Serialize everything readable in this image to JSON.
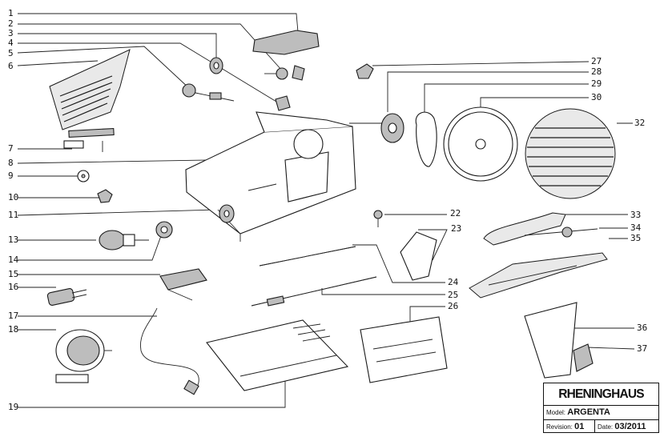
{
  "callouts": {
    "n1": "1",
    "n2": "2",
    "n3": "3",
    "n4": "4",
    "n5": "5",
    "n6": "6",
    "n7": "7",
    "n8": "8",
    "n9": "9",
    "n10": "10",
    "n11": "11",
    "n13": "13",
    "n14": "14",
    "n15": "15",
    "n16": "16",
    "n17": "17",
    "n18": "18",
    "n19": "19",
    "n22": "22",
    "n23": "23",
    "n24": "24",
    "n25": "25",
    "n26": "26",
    "n27": "27",
    "n28": "28",
    "n29": "29",
    "n30": "30",
    "n32": "32",
    "n33": "33",
    "n34": "34",
    "n35": "35",
    "n36": "36",
    "n37": "37"
  },
  "title_block": {
    "brand": "RHENINGHAUS",
    "model_label": "Model:",
    "model_value": "ARGENTA",
    "revision_label": "Revision:",
    "revision_value": "01",
    "date_label": "Date:",
    "date_value": "03/2011"
  }
}
